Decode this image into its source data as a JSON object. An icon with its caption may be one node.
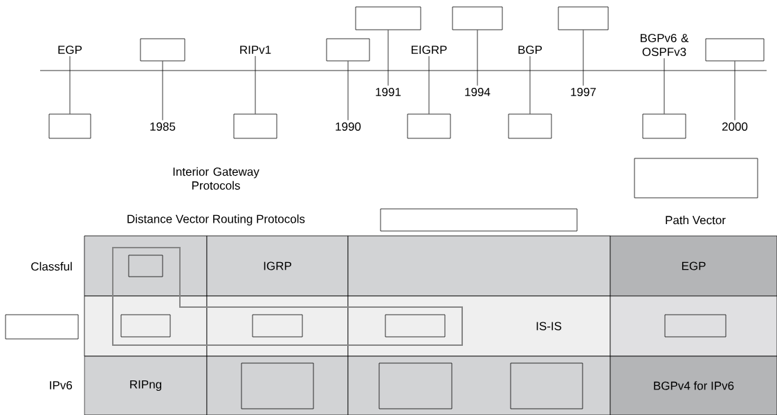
{
  "diagram": {
    "nodes": [
      {
        "text": [
          "EGP"
        ]
      },
      {
        "text": [],
        "shape": "box"
      },
      {
        "text": [],
        "shape": "box"
      },
      {
        "text": [
          "1985"
        ]
      },
      {
        "text": [
          "RIPv1"
        ]
      },
      {
        "text": [],
        "shape": "box"
      },
      {
        "text": [],
        "shape": "box"
      },
      {
        "text": [
          "1990"
        ]
      },
      {
        "text": [],
        "shape": "box"
      },
      {
        "text": [
          "1991"
        ]
      },
      {
        "text": [
          "EIGRP"
        ]
      },
      {
        "text": [],
        "shape": "box"
      },
      {
        "text": [],
        "shape": "box"
      },
      {
        "text": [
          "1994"
        ]
      },
      {
        "text": [
          "BGP"
        ]
      },
      {
        "text": [],
        "shape": "box"
      },
      {
        "text": [],
        "shape": "box"
      },
      {
        "text": [
          "1997"
        ]
      },
      {
        "text": [
          "BGPv6 & OSPFv3"
        ]
      },
      {
        "text": [],
        "shape": "box"
      },
      {
        "text": [],
        "shape": "box"
      },
      {
        "text": [
          "2000"
        ]
      },
      {
        "text": [],
        "shape": "box"
      },
      {
        "text": [],
        "shape": "box"
      },
      {
        "text": [],
        "shape": "box"
      },
      {
        "text": [],
        "shape": "box"
      },
      {
        "text": [],
        "shape": "box",
        "in": 25
      },
      {
        "text": [
          "IGRP"
        ]
      },
      {
        "text": [],
        "shape": "box"
      },
      {
        "text": [
          "EGP"
        ]
      },
      {
        "text": [],
        "shape": "box"
      },
      {
        "text": [],
        "shape": "box",
        "in": 30
      },
      {
        "text": [],
        "shape": "box"
      },
      {
        "text": [],
        "shape": "box",
        "in": 32
      },
      {
        "text": [
          "IS-IS"
        ]
      },
      {
        "text": [],
        "shape": "box",
        "in": 34
      },
      {
        "text": [],
        "shape": "box"
      },
      {
        "text": [],
        "shape": "box",
        "in": 36
      },
      {
        "text": [
          "RIPng"
        ]
      },
      {
        "text": [],
        "shape": "box"
      },
      {
        "text": [],
        "shape": "box",
        "in": 39
      },
      {
        "text": [],
        "shape": "box"
      },
      {
        "text": [],
        "shape": "box",
        "in": 41
      },
      {
        "text": [],
        "shape": "box",
        "in": 41
      },
      {
        "text": [
          "BGPv4 for IPv6"
        ]
      }
    ],
    "edges": [
      {
        "from": 0,
        "to": 1,
        "arrow": "none"
      },
      {
        "from": 2,
        "to": 3,
        "arrow": "none"
      },
      {
        "from": 4,
        "to": 5,
        "arrow": "none"
      },
      {
        "from": 6,
        "to": 7,
        "arrow": "none"
      },
      {
        "from": 8,
        "to": 9,
        "arrow": "none"
      },
      {
        "from": 10,
        "to": 11,
        "arrow": "none"
      },
      {
        "from": 12,
        "to": 13,
        "arrow": "none"
      },
      {
        "from": 14,
        "to": 15,
        "arrow": "none"
      },
      {
        "from": 16,
        "to": 17,
        "arrow": "none"
      },
      {
        "from": 18,
        "to": 19,
        "arrow": "none"
      },
      {
        "from": 20,
        "to": 21,
        "arrow": "none"
      }
    ],
    "labels": [
      "Interior Gateway Protocols",
      "Distance Vector Routing Protocols",
      "Path Vector",
      "Classful",
      "IPv6"
    ]
  }
}
